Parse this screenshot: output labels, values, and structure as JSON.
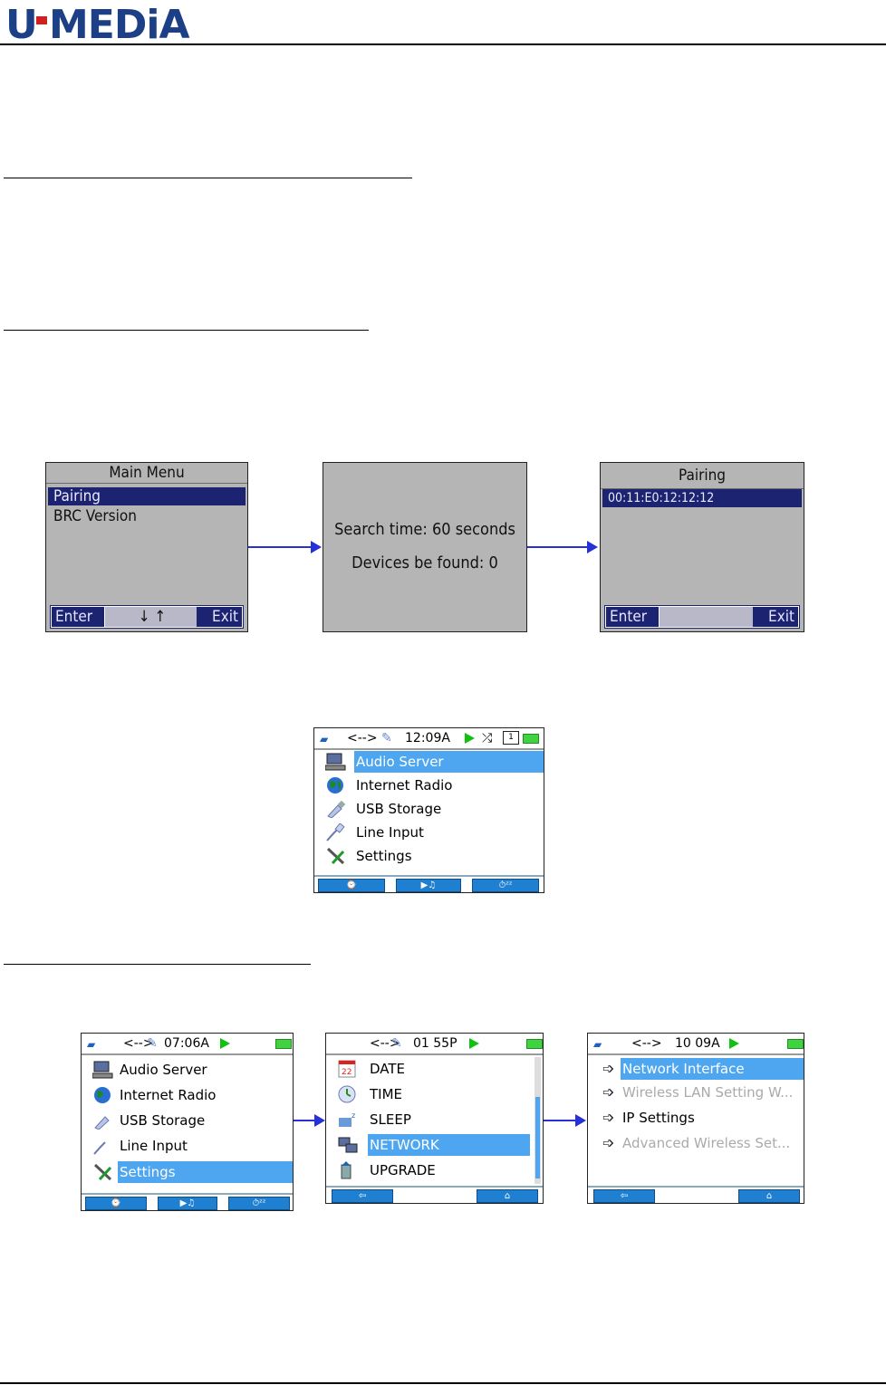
{
  "header": {
    "logo_text": "U·MEDiA"
  },
  "remote_flow": {
    "main_menu": {
      "title": "Main Menu",
      "items": [
        "Pairing",
        "BRC Version"
      ],
      "enter": "Enter",
      "nav": "↓ ↑",
      "exit": "Exit"
    },
    "search": {
      "line1": "Search time: 60 seconds",
      "line2": "Devices be found: 0"
    },
    "pairing": {
      "title": "Pairing",
      "device": "00:11:E0:12:12:12",
      "enter": "Enter",
      "exit": "Exit"
    }
  },
  "home_screen": {
    "status": {
      "arrows": "<-->",
      "time": "12:09A"
    },
    "items": [
      "Audio Server",
      "Internet Radio",
      "USB Storage",
      "Line Input",
      "Settings"
    ]
  },
  "settings_flow": {
    "home": {
      "time": "07:06A",
      "items": [
        "Audio Server",
        "Internet Radio",
        "USB Storage",
        "Line Input",
        "Settings"
      ]
    },
    "settings": {
      "time": "01 55P",
      "items": [
        "DATE",
        "TIME",
        "SLEEP",
        "NETWORK",
        "UPGRADE"
      ]
    },
    "network": {
      "time": "10 09A",
      "items": [
        "Network Interface",
        "Wireless LAN Setting W...",
        "IP Settings",
        "Advanced Wireless Set..."
      ]
    }
  },
  "colors": {
    "accent": "#4ea6f0",
    "remote_select": "#1c2472",
    "arrow": "#2830d8"
  }
}
